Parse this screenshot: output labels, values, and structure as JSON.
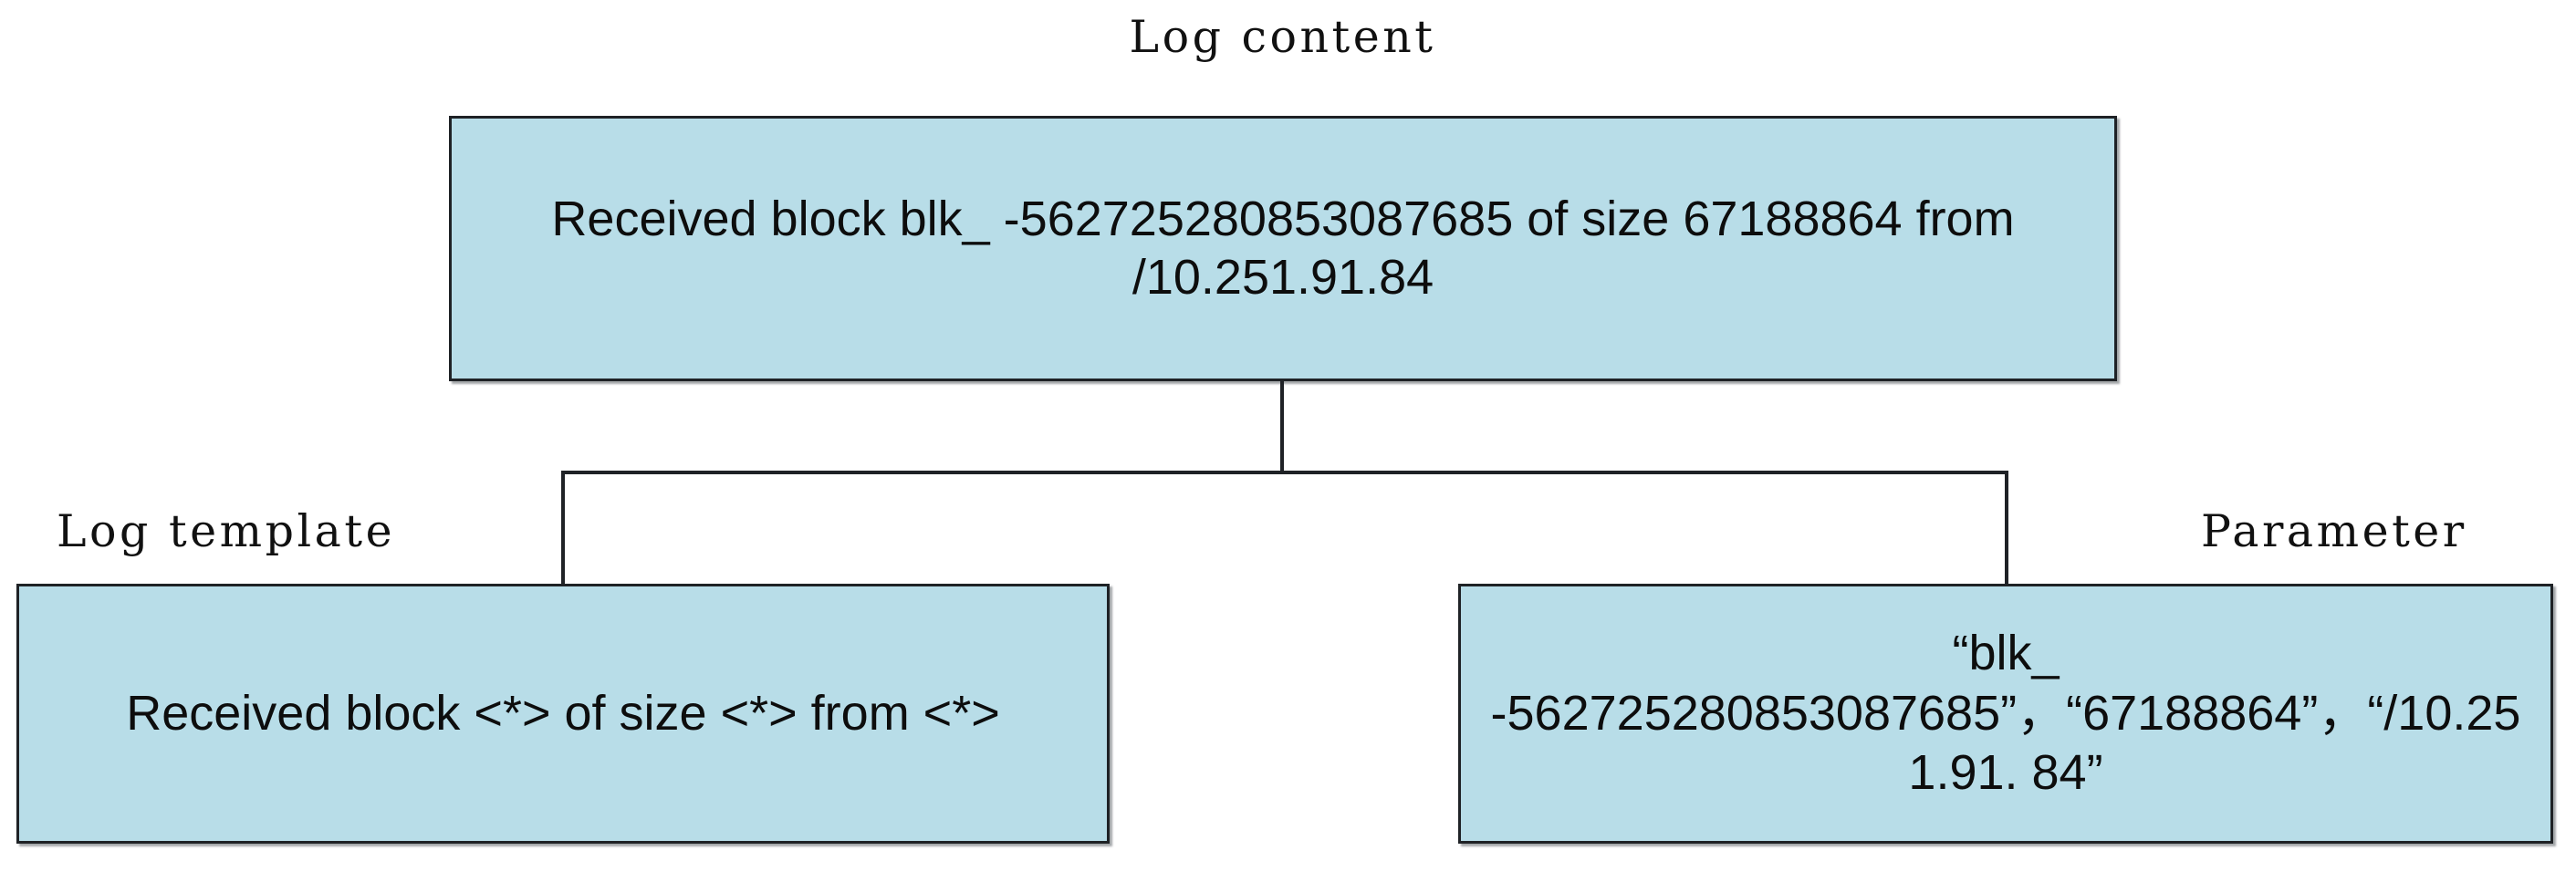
{
  "diagram": {
    "type": "log-parsing-decomposition",
    "colors": {
      "box_fill": "#b8dde8",
      "box_border": "#1f2226",
      "text": "#0d0d0d",
      "background": "#ffffff"
    },
    "captions": {
      "log_content": "Log content",
      "log_template": "Log template",
      "parameter": "Parameter"
    },
    "nodes": {
      "log_content": {
        "caption": "Log content",
        "text": "Received block blk_ -562725280853087685 of size 67188864 from /10.251.91.84",
        "lines": [
          "Received block blk_ -562725280853087685 of size 67188864",
          "from /10.251.91.84"
        ]
      },
      "log_template": {
        "caption": "Log template",
        "text": "Received block <*> of size <*> from <*>",
        "lines": [
          "Received block <*> of size <*> from",
          "<*>"
        ],
        "wildcard": "<*>",
        "wildcard_count": 3
      },
      "parameter": {
        "caption": "Parameter",
        "text": "“blk_ -562725280853087685”，“67188864”，“/10.251.91. 84”",
        "lines": [
          "“blk_ -",
          "562725280853087685”，“67188864",
          "”，“/10.251.91. 84”"
        ],
        "values": [
          "blk_ -562725280853087685",
          "67188864",
          "/10.251.91. 84"
        ]
      }
    },
    "edges": [
      {
        "from": "log_content",
        "to": "log_template"
      },
      {
        "from": "log_content",
        "to": "parameter"
      }
    ]
  }
}
